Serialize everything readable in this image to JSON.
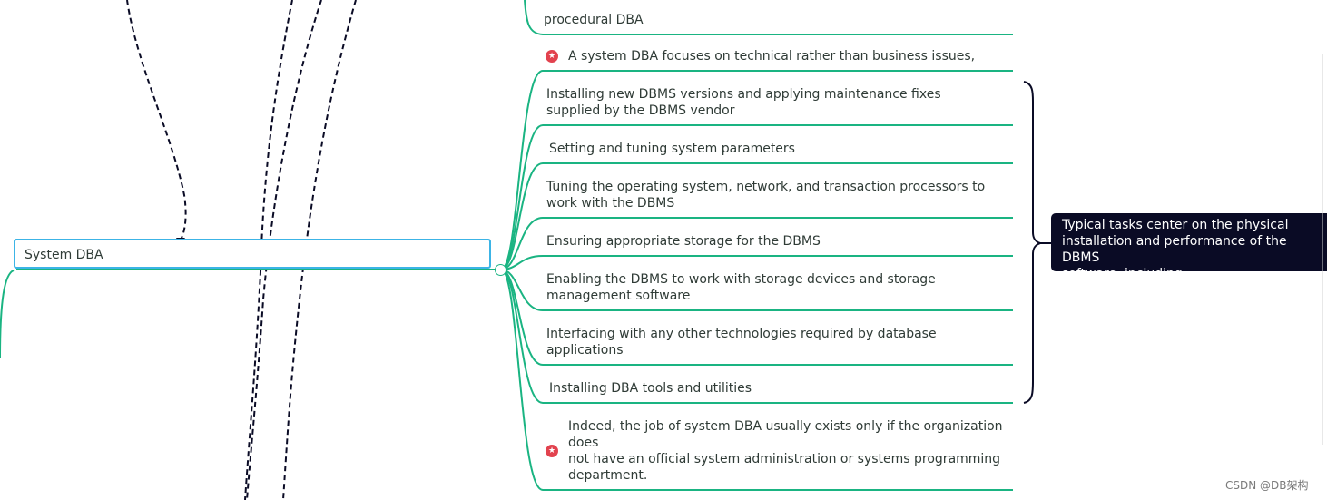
{
  "central_topic": {
    "label": "System DBA"
  },
  "branches": [
    {
      "text": "procedural DBA"
    },
    {
      "text": "A system DBA focuses on technical rather than business issues,",
      "marker": "star-icon"
    },
    {
      "text": "Installing new DBMS versions and applying maintenance fixes\nsupplied by the DBMS vendor"
    },
    {
      "text": "Setting and tuning system parameters"
    },
    {
      "text": "Tuning the operating system, network, and transaction processors to\nwork with the DBMS"
    },
    {
      "text": "Ensuring appropriate storage for the DBMS"
    },
    {
      "text": "Enabling the DBMS to work with storage devices and storage\nmanagement software"
    },
    {
      "text": "Interfacing with any other technologies required by database\napplications"
    },
    {
      "text": "Installing DBA tools and utilities"
    },
    {
      "text": "Indeed, the job of system DBA usually exists only if the organization\ndoes\nnot have an official system administration or systems programming\ndepartment.",
      "marker": "star-icon"
    }
  ],
  "summary": {
    "text": "Typical tasks center on the physical\ninstallation and performance of the DBMS\nsoftware, including"
  },
  "watermark": "CSDN @DB架构",
  "colors": {
    "branch_line": "#1ab482",
    "central_border": "#3cb4e6",
    "summary_bg": "#0a0b25",
    "relationship_line": "#0a0b25",
    "marker": "#e2424e"
  }
}
